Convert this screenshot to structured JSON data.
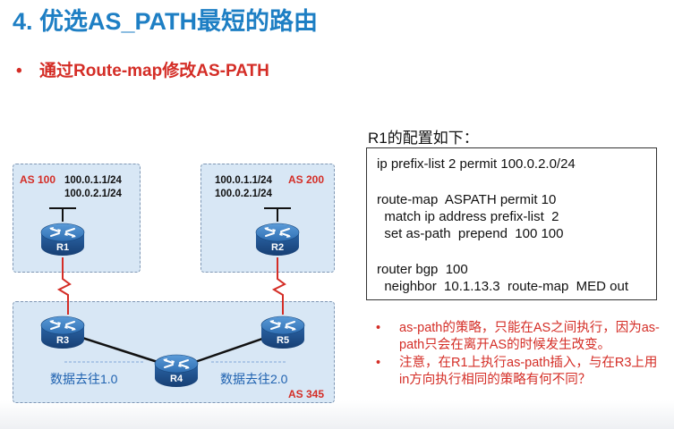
{
  "title": "4. 优选AS_PATH最短的路由",
  "bullet": "通过Route-map修改AS-PATH",
  "bullet_marker": "•",
  "config_heading": "R1的配置如下：",
  "config_lines": [
    "ip prefix-list 2 permit 100.0.2.0/24",
    "route-map  ASPATH permit 10",
    "  match ip address prefix-list  2",
    "  set as-path  prepend  100 100",
    "router bgp  100",
    "  neighbor  10.1.13.3  route-map  MED out"
  ],
  "notes": [
    "as-path的策略，只能在AS之间执行，因为as-path只会在离开AS的时候发生改变。",
    "注意，在R1上执行as-path插入，与在R3上用in方向执行相同的策略有何不同？"
  ],
  "diagram": {
    "as100": {
      "label": "AS 100",
      "prefixes": [
        "100.0.1.1/24",
        "100.0.2.1/24"
      ]
    },
    "as200": {
      "label": "AS 200",
      "prefixes": [
        "100.0.1.1/24",
        "100.0.2.1/24"
      ]
    },
    "as345": {
      "label": "AS 345"
    },
    "routers": {
      "r1": "R1",
      "r2": "R2",
      "r3": "R3",
      "r4": "R4",
      "r5": "R5"
    },
    "flow_left": "数据去往1.0",
    "flow_right": "数据去往2.0"
  },
  "colors": {
    "title": "#1e7fc4",
    "accent_red": "#d42d26",
    "as_box_fill": "#d8e7f5",
    "router_blue": "#1f5fa6",
    "flow_text": "#1f62b0"
  }
}
